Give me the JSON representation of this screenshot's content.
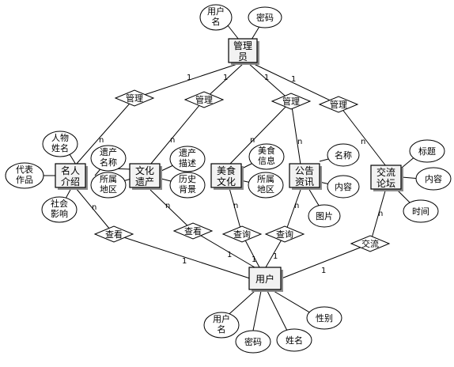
{
  "entities": {
    "admin": "管理员",
    "celebrity": "名人介绍",
    "heritage": "文化遗产",
    "food": "美食文化",
    "notice": "公告资讯",
    "forum": "交流论坛",
    "user": "用户"
  },
  "attributes": {
    "admin_username": "用户名",
    "admin_password": "密码",
    "celeb_figure_name": "人物姓名",
    "celeb_works": "代表作品",
    "celeb_influence": "社会影响",
    "heritage_name": "遗产名称",
    "heritage_region": "所属地区",
    "heritage_desc": "遗产描述",
    "heritage_history": "历史背景",
    "food_info": "美食信息",
    "food_region": "所属地区",
    "notice_name": "名称",
    "notice_content": "内容",
    "notice_image": "图片",
    "forum_title": "标题",
    "forum_content": "内容",
    "forum_time": "时间",
    "user_username": "用户名",
    "user_password": "密码",
    "user_name": "姓名",
    "user_gender": "性别"
  },
  "relationships": {
    "manage_celeb": "管理",
    "manage_heritage": "管理",
    "manage_food": "管理",
    "manage_forum": "管理",
    "view_celeb": "查看",
    "view_heritage": "查看",
    "query_food": "查询",
    "query_notice": "查询",
    "exchange": "交流"
  },
  "cardinality": {
    "one": "1",
    "many": "n"
  }
}
